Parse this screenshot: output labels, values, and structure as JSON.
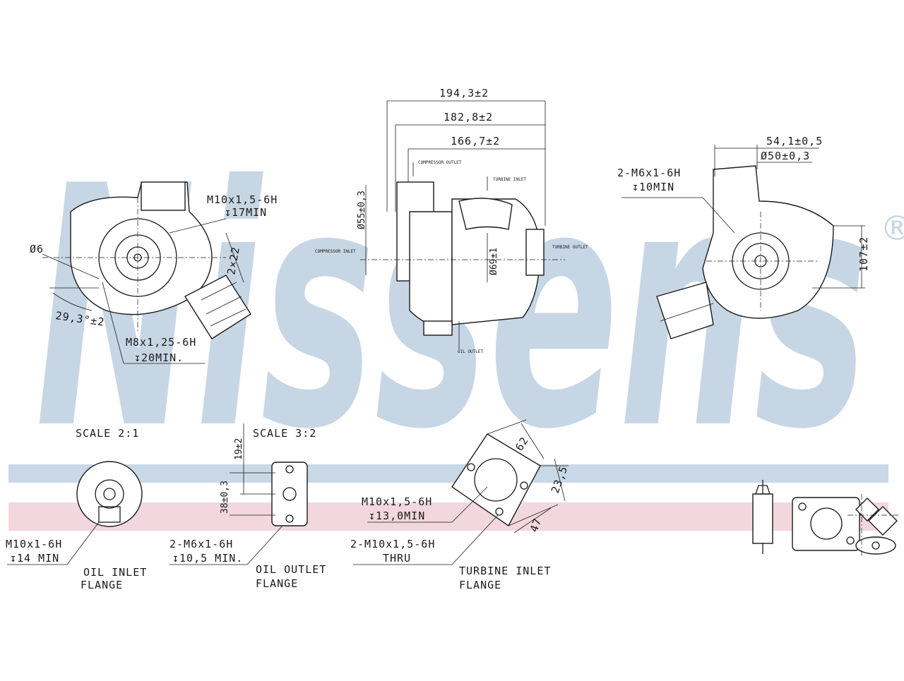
{
  "watermark": {
    "brand": "Nissens",
    "registered_mark": "®",
    "colors": {
      "letters": "#c7d6e4",
      "band_blue": "#c9d8e6",
      "band_pink": "#f2d7df"
    }
  },
  "views": {
    "compressor": {
      "d6": "Ø6",
      "thread_m10": "M10x1,5-6H",
      "depth_m10": "↧17MIN",
      "angle": "29,3°±2",
      "dim_side": "2×22",
      "thread_m8": "M8x1,25-6H",
      "depth_m8": "↧20MIN."
    },
    "side": {
      "dim_total": "194,3±2",
      "dim_mid": "182,8±2",
      "dim_inner": "166,7±2",
      "dia_inlet": "Ø55±0,3",
      "dia_outlet": "Ø69±1",
      "compressor_outlet": "COMPRESSOR OUTLET",
      "turbine_inlet": "TURBINE INLET",
      "compressor_inlet": "COMPRESSOR INLET",
      "turbine_outlet": "TURBINE OUTLET",
      "oil_outlet": "OIL OUTLET"
    },
    "turbine": {
      "thread": "2-M6x1-6H",
      "depth": "↧10MIN",
      "dim_54": "54,1±0,5",
      "dim_50": "Ø50±0,3",
      "dim_107": "107±2"
    }
  },
  "details": {
    "oil_inlet": {
      "scale": "SCALE 2:1",
      "thread": "M10x1-6H",
      "depth": "↧14 MIN",
      "title_1": "OIL INLET",
      "title_2": "FLANGE"
    },
    "oil_outlet": {
      "scale": "SCALE 3:2",
      "dim_19": "19±2",
      "dim_38": "38±0,3",
      "thread": "2-M6x1-6H",
      "depth": "↧10,5 MIN.",
      "title_1": "OIL OUTLET",
      "title_2": "FLANGE"
    },
    "turbine_inlet": {
      "dim_62": "62",
      "dim_235": "23,5",
      "dim_47": "47",
      "thread_a": "M10x1,5-6H",
      "depth_a": "↧13,0MIN",
      "thread_b": "2-M10x1,5-6H",
      "thru": "THRU",
      "title_1": "TURBINE INLET",
      "title_2": "FLANGE"
    }
  }
}
